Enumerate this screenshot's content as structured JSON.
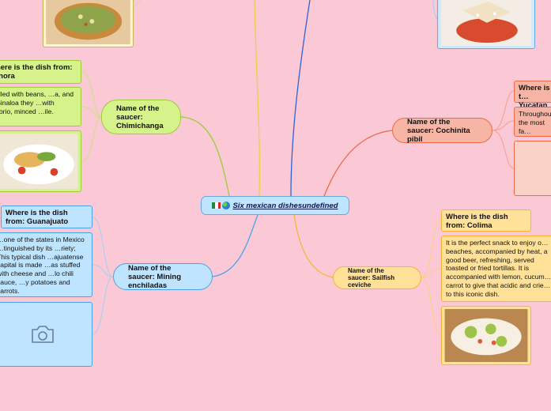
{
  "center": {
    "title": "Six mexican dishesundefined",
    "flag_colors": [
      "#1a8a3a",
      "#ffffff",
      "#d12a2a"
    ],
    "icons": [
      "mexico-flag-icon",
      "globe-icon"
    ]
  },
  "colors": {
    "background": "#fbc8d6",
    "green": "#d6f28a",
    "blue": "#bfe4ff",
    "salmon": "#f7b5a5",
    "orange": "#ffe19a"
  },
  "branches": {
    "chimichanga": {
      "name": "Name of the saucer: Chimichanga",
      "where": "Where is the dish from: Sonora",
      "description": "…filled with beans, …a, and in Sinaloa they …with chilorio, minced …ile."
    },
    "enchiladas": {
      "name": "Name of the saucer: Mining enchiladas",
      "where": "Where is the dish from: Guanajuato",
      "description": "…one of the states in Mexico …tinguished by its …riety; This typical dish …ajuatense capital is made …as stuffed with cheese and …lo chili sauce, …y potatoes and carrots."
    },
    "cochinita": {
      "name": "Name of the saucer: Cochinita pibil",
      "where": "Where is t… Yucatan",
      "description": "Throughou… the most fa… gastronom…"
    },
    "ceviche": {
      "name": "Name of the saucer: Sailfish ceviche",
      "where": "Where is the dish from: Colima",
      "description": "It is the perfect snack to enjoy o… beaches, accompanied by heat, a good beer, refreshing, served toasted or fried tortillas. It is accompanied with lemon, cucum… carrot to give that acidic and crie… to this iconic dish."
    }
  }
}
